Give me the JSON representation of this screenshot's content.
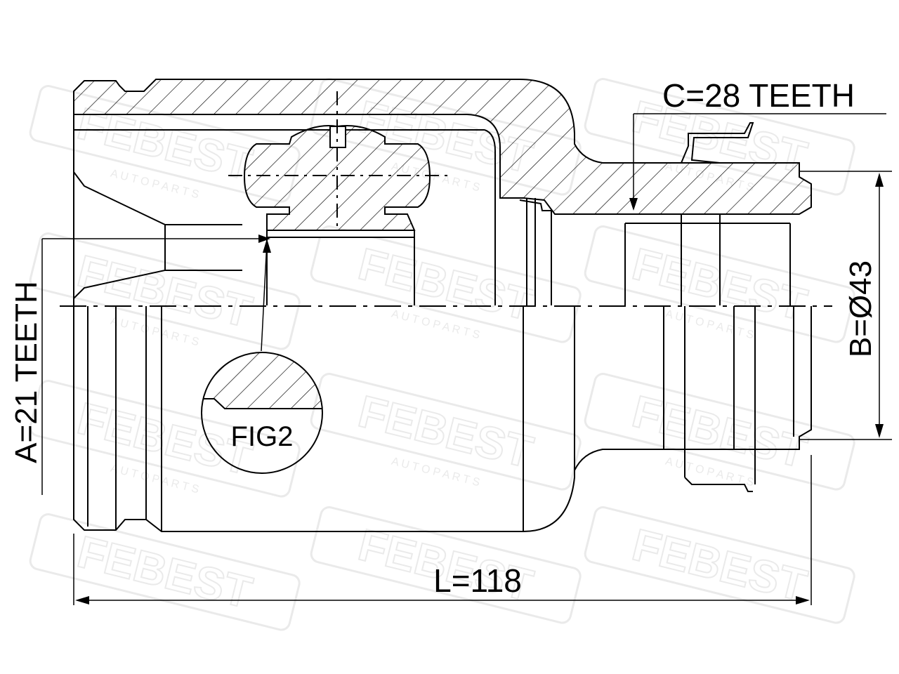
{
  "watermark": {
    "brand": "FEBEST",
    "tagline": "A U T O   P A R T S"
  },
  "dimensions": {
    "a_label": "A=21 TEETH",
    "b_label": "B=Ø43",
    "c_label": "C=28 TEETH",
    "l_label": "L=118"
  },
  "detail": {
    "label": "FIG2"
  },
  "colors": {
    "line": "#000000",
    "watermark": "#d9d9d9",
    "background": "#ffffff"
  }
}
